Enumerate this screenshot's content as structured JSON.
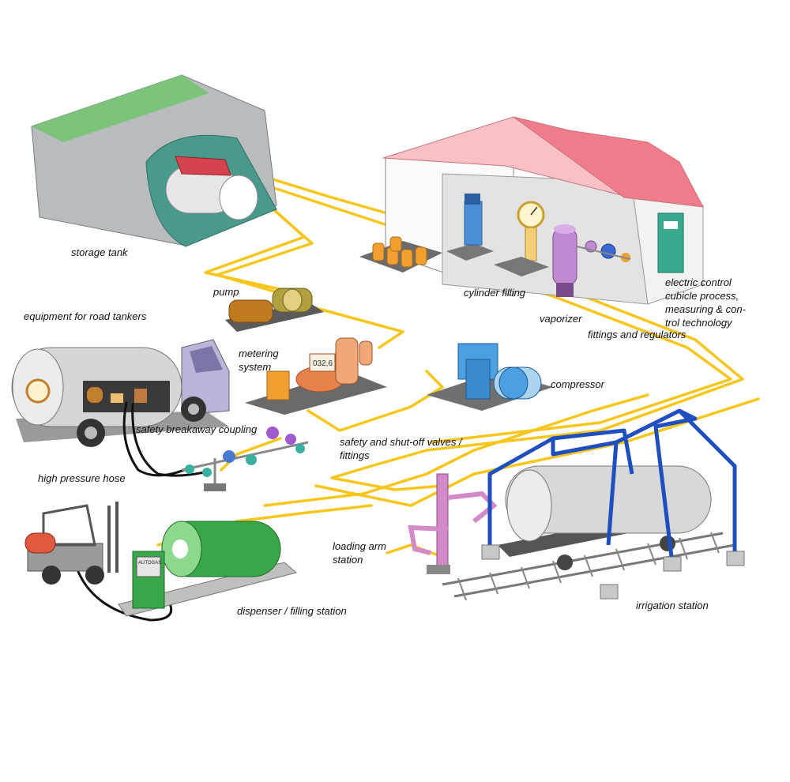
{
  "labels": {
    "storage_tank": "storage tank",
    "pump": "pump",
    "road_tankers": "equipment for road tankers",
    "metering": [
      "metering",
      "system"
    ],
    "cylinder_filling": "cylinder filling",
    "vaporizer": "vaporizer",
    "control": [
      "electric control",
      "cubicle process,",
      "measuring & con-",
      "trol technology"
    ],
    "fittings_regulators": "fittings and regulators",
    "compressor": "compressor",
    "breakaway": "safety breakaway coupling",
    "valves": [
      "safety and shut-off valves /",
      "fittings"
    ],
    "hose": "high pressure hose",
    "loading_arm": [
      "loading arm",
      "station"
    ],
    "dispenser": "dispenser / filling station",
    "irrigation": "irrigation station"
  },
  "meter_display": "032,6",
  "dispenser_sign": "AUTOGAS",
  "colors": {
    "pipe": "#f6c61c",
    "roof": "#f7a6b0",
    "frame": "#1f4fbf",
    "tank_green": "#3aa64a",
    "earth_mound": "#b9bcbf",
    "grass": "#7cc47a"
  }
}
